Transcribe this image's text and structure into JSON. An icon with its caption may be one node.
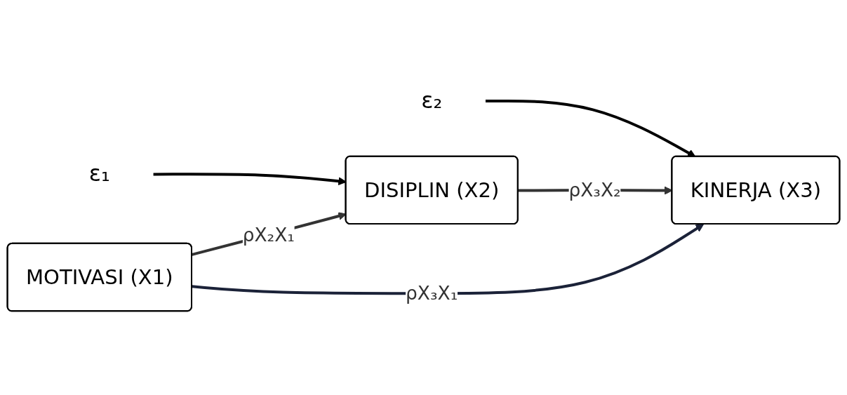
{
  "diagram": {
    "nodes": [
      {
        "text": [
          "ε₁"
        ]
      },
      {
        "text": [
          "DISIPLIN (X2)"
        ]
      },
      {
        "text": [
          "ε₂"
        ]
      },
      {
        "text": [
          "MOTIVASI (X1)"
        ]
      },
      {
        "text": [
          "KINERJA (X3)"
        ]
      }
    ],
    "edges": [
      {
        "from": 0,
        "to": 1,
        "arrow": "to"
      },
      {
        "from": 2,
        "to": 4,
        "arrow": "to"
      },
      {
        "from": 3,
        "to": 1,
        "arrow": "to",
        "label": "ρX₂X₁",
        "color": "#333333"
      },
      {
        "from": 1,
        "to": 4,
        "arrow": "to",
        "label": "ρX₃X₂",
        "color": "#333333"
      },
      {
        "from": 3,
        "to": 4,
        "arrow": "to",
        "label": "ρX₃X₁",
        "color": "#1b2238"
      }
    ]
  }
}
